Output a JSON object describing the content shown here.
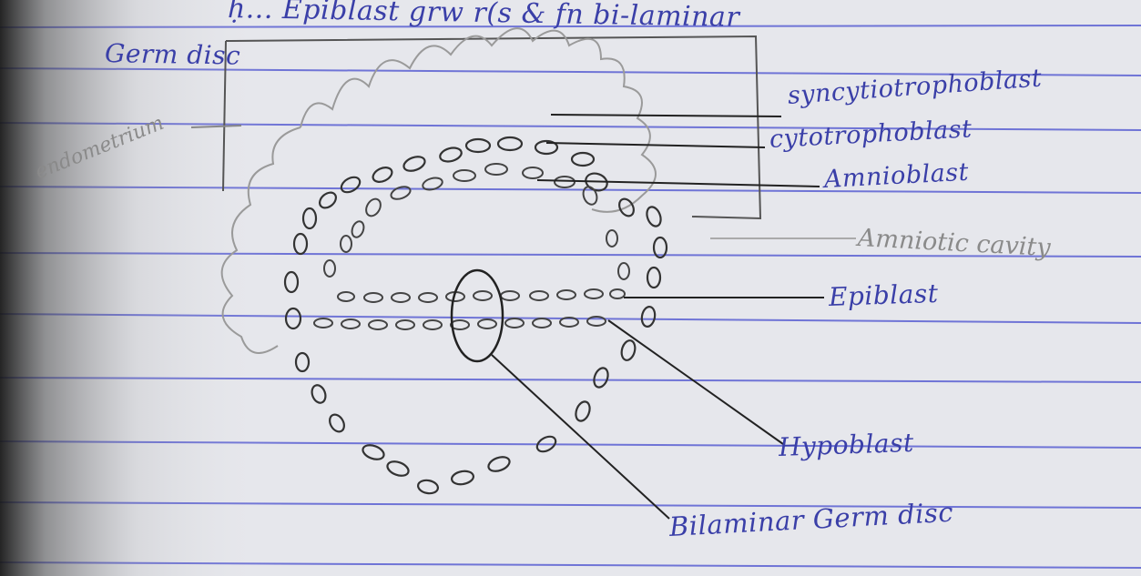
{
  "heading_partial": "ḥ... Epiblast grw r(s & fn bi-laminar",
  "labels": {
    "germ_disc": "Germ disc",
    "endometrium": "endometrium",
    "syncytiotrophoblast": "syncytiotrophoblast",
    "cytotrophoblast": "cytotrophoblast",
    "amnioblast": "Amnioblast",
    "amniotic_cavity": "Amniotic cavity",
    "epiblast": "Epiblast",
    "hypoblast": "Hypoblast",
    "bilaminar_germ_disc": "Bilaminar Germ disc"
  },
  "colors": {
    "paper": "#e4e5ea",
    "rule_line": "#6f74d6",
    "ink": "#3a3fa8",
    "pencil": "#8a8a8a"
  }
}
